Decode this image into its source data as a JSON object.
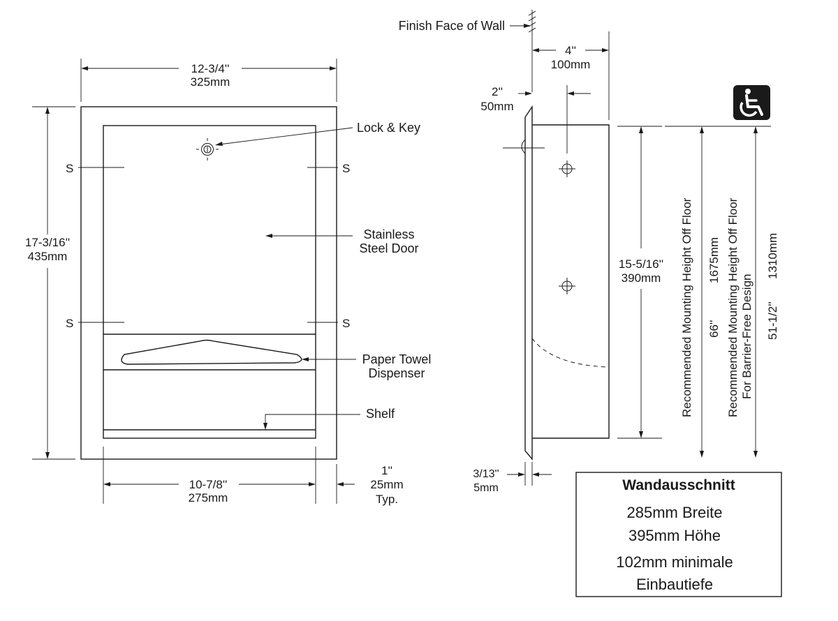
{
  "front_view": {
    "overall_width": {
      "imperial": "12-3/4''",
      "metric": "325mm"
    },
    "overall_height": {
      "imperial": "17-3/16''",
      "metric": "435mm"
    },
    "door_width": {
      "imperial": "10-7/8''",
      "metric": "275mm"
    },
    "flange": {
      "imperial": "1''",
      "metric": "25mm",
      "note": "Typ."
    },
    "screw_marker": "S",
    "callouts": {
      "lock_key": "Lock & Key",
      "door_line1": "Stainless",
      "door_line2": "Steel Door",
      "towel_line1": "Paper Towel",
      "towel_line2": "Dispenser",
      "shelf": "Shelf"
    }
  },
  "side_view": {
    "finish_face": "Finish Face of Wall",
    "depth": {
      "imperial": "4''",
      "metric": "100mm"
    },
    "flange_offset": {
      "imperial": "2''",
      "metric": "50mm"
    },
    "body_height": {
      "imperial": "15-5/16''",
      "metric": "390mm"
    },
    "lip": {
      "imperial": "3/13''",
      "metric": "5mm"
    },
    "mounting_height": {
      "label": "Recommended Mounting Height Off Floor",
      "imperial": "66''",
      "metric": "1675mm"
    },
    "barrier_free": {
      "label_line1": "Recommended Mounting Height Off Floor",
      "label_line2": "For Barrier-Free Design",
      "imperial": "51-1/2''",
      "metric": "1310mm"
    },
    "accessibility_icon": "wheelchair-icon"
  },
  "wall_cutout": {
    "title": "Wandausschnitt",
    "width": "285mm  Breite",
    "height": "395mm  Höhe",
    "depth_line1": "102mm  minimale",
    "depth_line2": "Einbautiefe"
  }
}
